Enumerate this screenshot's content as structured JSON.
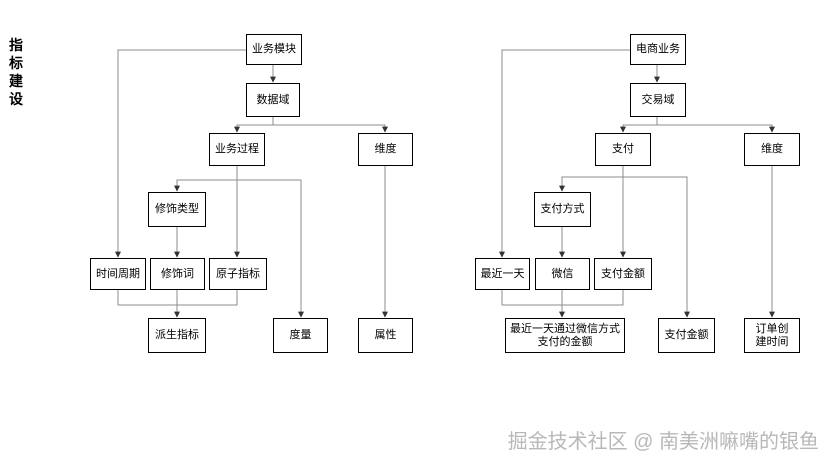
{
  "side_title": "指标建设",
  "left": {
    "business_module": "业务模块",
    "data_domain": "数据域",
    "business_process": "业务过程",
    "dimension": "维度",
    "modifier_type": "修饰类型",
    "time_period": "时间周期",
    "modifier": "修饰词",
    "atomic_metric": "原子指标",
    "derived_metric": "派生指标",
    "measure": "度量",
    "attribute": "属性"
  },
  "right": {
    "ecommerce_business": "电商业务",
    "trade_domain": "交易域",
    "payment": "支付",
    "dimension": "维度",
    "payment_method": "支付方式",
    "last_day": "最近一天",
    "wechat": "微信",
    "payment_amount": "支付金额",
    "result": "最近一天通过微信方式支付的金额",
    "payment_amount_measure": "支付金额",
    "order_created_time": "订单创建时间"
  },
  "watermark": "掘金技术社区 @ 南美洲嘛嘴的银鱼",
  "colors": {
    "line": "#8c8c8c",
    "arrow": "#333333",
    "border": "#000000",
    "watermark": "#b8b8b8"
  }
}
